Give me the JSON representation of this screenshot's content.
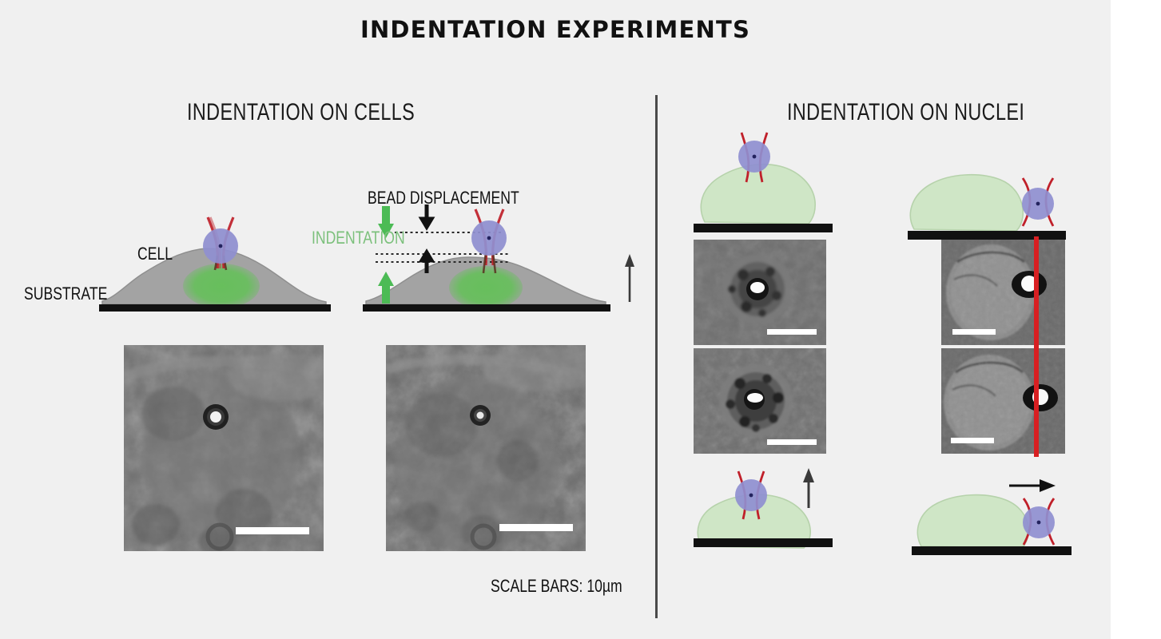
{
  "figure": {
    "title": "INDENTATION EXPERIMENTS",
    "background_color": "#f0f0f0",
    "scale_note": "SCALE BARS: 10µm"
  },
  "panels": {
    "left": {
      "heading": "INDENTATION ON CELLS",
      "labels": {
        "substrate": "SUBSTRATE",
        "cell": "CELL",
        "bead_displacement": "BEAD DISPLACEMENT",
        "indentation": "INDENTATION"
      }
    },
    "right": {
      "heading": "INDENTATION ON NUCLEI"
    }
  },
  "colors": {
    "cell_body": "#a3a3a3",
    "nucleus_green": "#67bf5c",
    "nucleus_pale_green": "#cfe6c6",
    "bead_purple": "#8f8fd0",
    "laser_red": "#c0202a",
    "substrate_black": "#111111",
    "indentation_green": "#7cc07c",
    "reference_line_red": "#d81f22",
    "divider_gray": "#4a4a4a",
    "micrograph_gray": "#6e6e6e"
  }
}
